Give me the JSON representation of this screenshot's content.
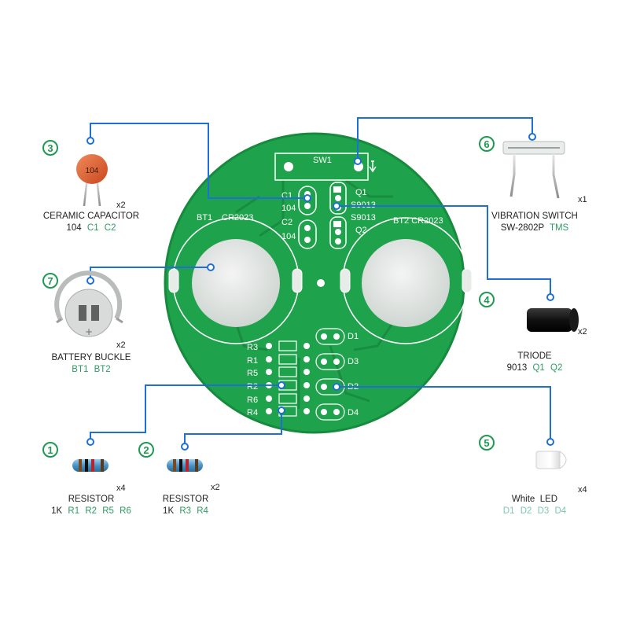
{
  "colors": {
    "board": "#1fa24c",
    "board_edge": "#178a3e",
    "silk": "#ffffff",
    "leader": "#1f6fd6",
    "accent_text": "#2e9a63",
    "badge": "#1f9a50"
  },
  "board": {
    "sw_label": "SW1",
    "bt1_label": "BT1",
    "bt1_type": "CR2023",
    "bt2_label": "BT2 CR2023",
    "c1_label": "C1",
    "c1_value": "104",
    "c2_label": "C2",
    "c2_value": "104",
    "q1_label": "Q1",
    "q1_part": "S9013",
    "q2_part": "S9013",
    "q2_label": "Q2",
    "r3": "R3",
    "r1": "R1",
    "r5": "R5",
    "r2": "R2",
    "r6": "R6",
    "r4": "R4",
    "d1": "D1",
    "d3": "D3",
    "d2": "D2",
    "d4": "D4"
  },
  "components": [
    {
      "id": "1",
      "name": "RESISTOR",
      "qty": "x4",
      "value": "1K",
      "refs": [
        "R1",
        "R2",
        "R5",
        "R6"
      ],
      "icon": "resistor-icon"
    },
    {
      "id": "2",
      "name": "RESISTOR",
      "qty": "x2",
      "value": "1K",
      "refs": [
        "R3",
        "R4"
      ],
      "icon": "resistor-icon"
    },
    {
      "id": "3",
      "name": "CERAMIC CAPACITOR",
      "qty": "x2",
      "value": "104",
      "refs": [
        "C1",
        "C2"
      ],
      "marking": "104",
      "icon": "ceramic-capacitor-icon"
    },
    {
      "id": "4",
      "name": "TRIODE",
      "qty": "x2",
      "value": "9013",
      "refs": [
        "Q1",
        "Q2"
      ],
      "icon": "transistor-icon"
    },
    {
      "id": "5",
      "name": "White  LED",
      "qty": "x4",
      "value": "",
      "refs": [
        "D1",
        "D2",
        "D3",
        "D4"
      ],
      "icon": "white-led-icon"
    },
    {
      "id": "6",
      "name": "VIBRATION SWITCH",
      "qty": "x1",
      "value": "SW-2802P",
      "refs": [
        "TMS"
      ],
      "icon": "vibration-switch-icon"
    },
    {
      "id": "7",
      "name": "BATTERY BUCKLE",
      "qty": "x2",
      "value": "",
      "refs": [
        "BT1",
        "BT2"
      ],
      "icon": "battery-holder-icon"
    }
  ]
}
